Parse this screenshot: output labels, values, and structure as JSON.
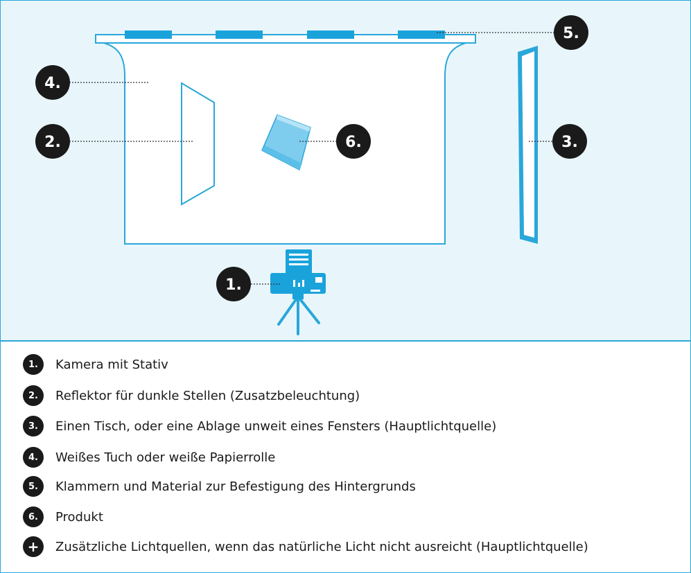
{
  "diagram": {
    "markers": [
      {
        "id": "5",
        "label": "5."
      },
      {
        "id": "4",
        "label": "4."
      },
      {
        "id": "2",
        "label": "2."
      },
      {
        "id": "6",
        "label": "6."
      },
      {
        "id": "3",
        "label": "3."
      },
      {
        "id": "1",
        "label": "1."
      }
    ]
  },
  "legend": {
    "items": [
      {
        "badge": "1.",
        "text": "Kamera mit Stativ"
      },
      {
        "badge": "2.",
        "text": "Reflektor für dunkle Stellen (Zusatzbeleuchtung)"
      },
      {
        "badge": "3.",
        "text": "Einen Tisch, oder eine Ablage unweit eines Fensters (Hauptlichtquelle)"
      },
      {
        "badge": "4.",
        "text": "Weißes Tuch oder weiße Papierrolle"
      },
      {
        "badge": "5.",
        "text": "Klammern und Material zur Befestigung des Hintergrunds"
      },
      {
        "badge": "6.",
        "text": "Produkt"
      },
      {
        "badge": "+",
        "text": "Zusätzliche Lichtquellen, wenn das natürliche Licht nicht ausreicht (Hauptlichtquelle)"
      }
    ]
  },
  "colors": {
    "accent": "#2aa7d9",
    "background": "#e8f6fc",
    "badge": "#1a1a1a"
  }
}
